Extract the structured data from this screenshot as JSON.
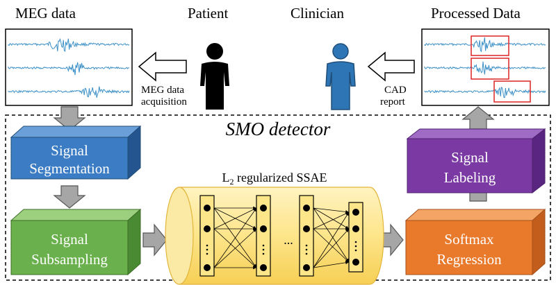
{
  "top": {
    "meg_data_label": "MEG data",
    "patient_label": "Patient",
    "clinician_label": "Clinician",
    "processed_data_label": "Processed Data",
    "acquisition_line1": "MEG data",
    "acquisition_line2": "acquisition",
    "cad_line1": "CAD",
    "cad_line2": "report"
  },
  "detector": {
    "title": "SMO detector",
    "ssae_label_prefix": "L",
    "ssae_label_sub": "2",
    "ssae_label_suffix": " regularized SSAE",
    "ellipsis": "..."
  },
  "blocks": {
    "segmentation": {
      "line1": "Signal",
      "line2": "Segmentation",
      "color": "#3b7cc4"
    },
    "subsampling": {
      "line1": "Signal",
      "line2": "Subsampling",
      "color": "#6ab04c"
    },
    "softmax": {
      "line1": "Softmax",
      "line2": "Regression",
      "color": "#e97a2c"
    },
    "labeling": {
      "line1": "Signal",
      "line2": "Labeling",
      "color": "#7b3aa3"
    }
  },
  "colors": {
    "signal_wave": "#3a8fc7",
    "highlight_box": "#e03030",
    "person_patient": "#000000",
    "person_clinician": "#2e75b6",
    "arrow_gray": "#a6a6a6",
    "cylinder": "#fde58a"
  }
}
